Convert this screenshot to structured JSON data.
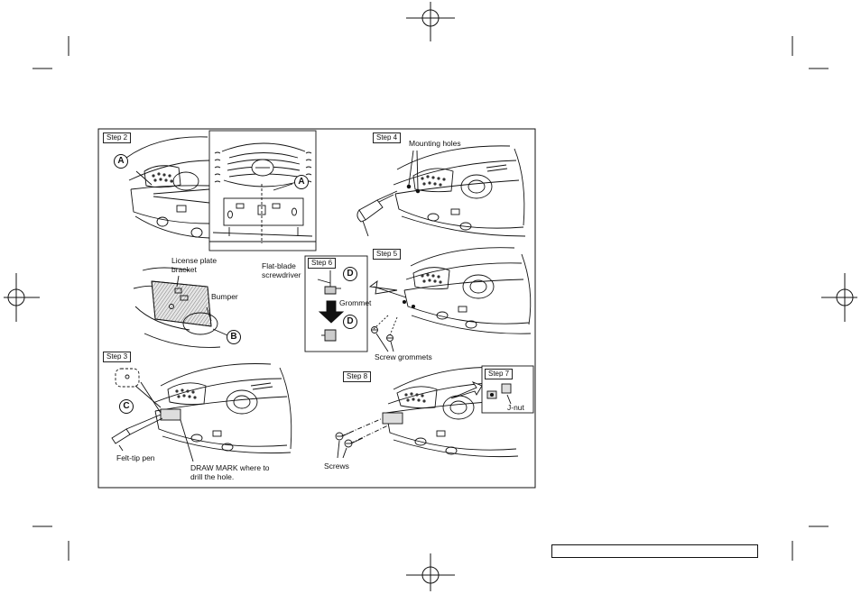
{
  "steps": {
    "step2": "Step 2",
    "step3": "Step 3",
    "step4": "Step 4",
    "step5": "Step 5",
    "step6": "Step 6",
    "step7": "Step 7",
    "step8": "Step 8"
  },
  "callouts": {
    "a": "A",
    "b": "B",
    "c": "C",
    "d": "D"
  },
  "labels": {
    "mounting_holes": "Mounting holes",
    "license_plate_bracket": "License plate bracket",
    "bumper": "Bumper",
    "flat_blade_screwdriver": "Flat-blade screwdriver",
    "grommet": "Grommet",
    "screw_grommets": "Screw grommets",
    "felt_tip_pen": "Felt-tip pen",
    "draw_mark": "DRAW MARK where to drill the hole.",
    "screws": "Screws",
    "j_nut": "J-nut"
  },
  "footer": {
    "page_ref": ""
  }
}
